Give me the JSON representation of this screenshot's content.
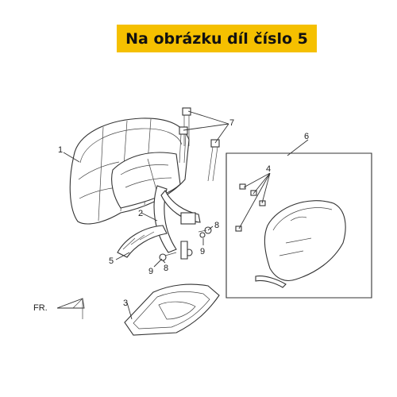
{
  "banner": {
    "text": "Na obrázku díl číslo 5",
    "background": "#f5c000"
  },
  "callouts": {
    "c1": "1",
    "c2": "2",
    "c3": "3",
    "c4": "4",
    "c5": "5",
    "c6": "6",
    "c7": "7",
    "c8a": "8",
    "c8b": "8",
    "c9a": "9",
    "c9b": "9"
  },
  "direction_label": "FR."
}
